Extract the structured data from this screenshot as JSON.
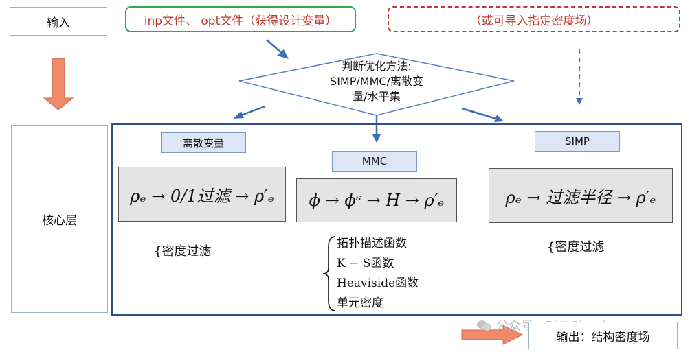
{
  "input_label": "输入",
  "inp_opt_text": "inp文件、 opt文件（获得设计变量）",
  "optional_text": "（或可导入指定密度场）",
  "diamond_lines": [
    "判断优化方法:",
    "SIMP/MMC/离散变",
    "量/水平集"
  ],
  "core_label": "核心层",
  "branches": {
    "discrete": {
      "label": "离散变量",
      "formula": "ρₑ → 0/1过滤 → ρ′ₑ",
      "note": "{密度过滤"
    },
    "mmc": {
      "label": "MMC",
      "formula": "ϕ → ϕˢ → H → ρ′ₑ",
      "list": [
        "拓扑描述函数",
        "K − S函数",
        "Heaviside函数",
        "单元密度"
      ]
    },
    "simp": {
      "label": "SIMP",
      "formula": "ρₑ → 过滤半径 → ρ′ₑ",
      "note": "{密度过滤"
    }
  },
  "output_label": "输出：结构密度场",
  "watermark": "公众号 · DKI Cloud",
  "colors": {
    "accent_red": "#c0392b",
    "green_border": "#3aa34a",
    "core_frame": "#2f4f86",
    "label_fill": "#dce6f4",
    "arrow_blue": "#3d6db5",
    "arrow_salmon": "#ee8a6a"
  }
}
